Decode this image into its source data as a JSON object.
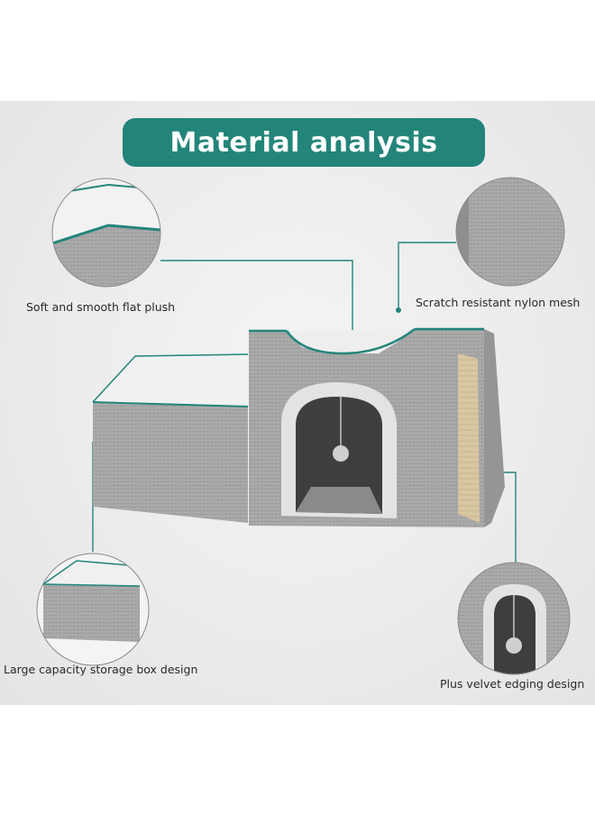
{
  "title": "Material analysis",
  "callouts": {
    "plush": "Soft and smooth flat plush",
    "mesh": "Scratch resistant nylon mesh",
    "storage": "Large capacity storage box design",
    "edging": "Plus velvet edging design"
  },
  "colors": {
    "accent": "#23857a",
    "felt": "#a9a9a9",
    "plush": "#f2f2f2"
  }
}
